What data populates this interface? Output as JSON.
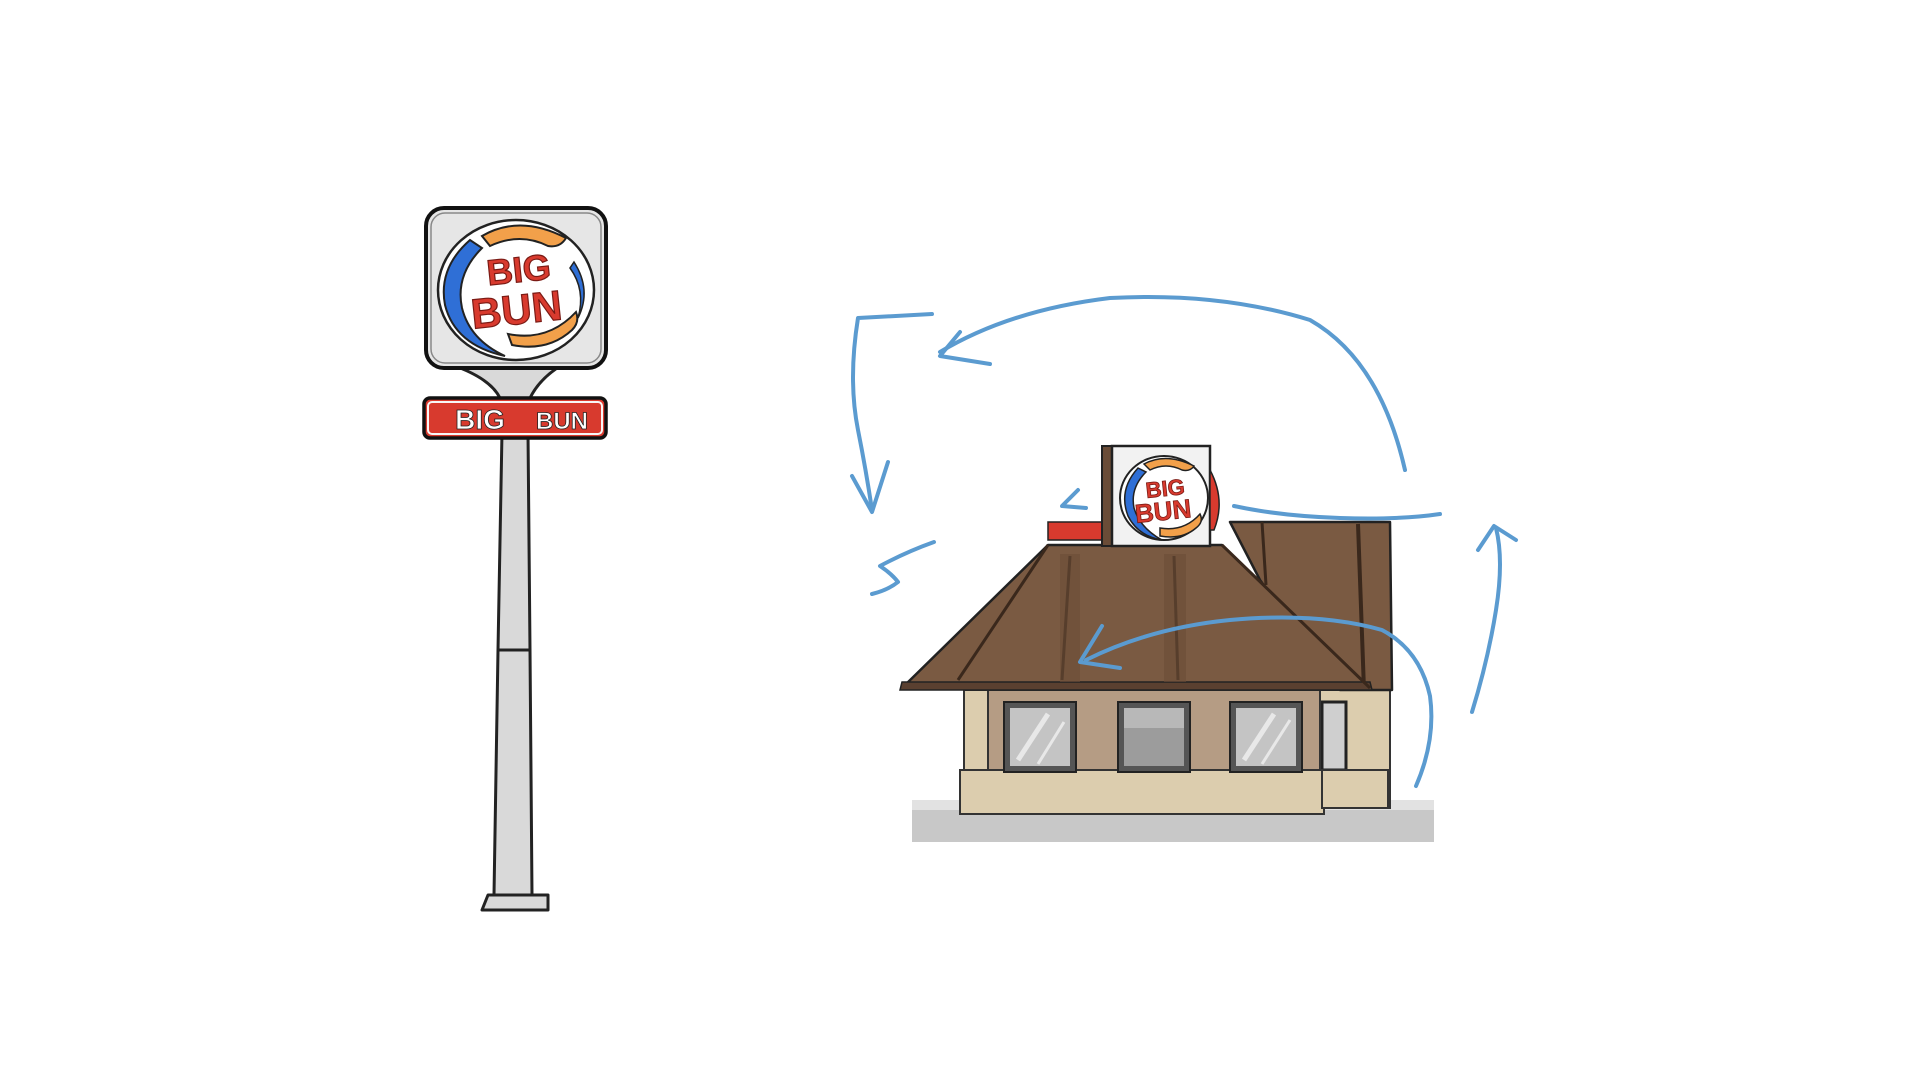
{
  "scene": {
    "pole_sign": {
      "logo_line1": "BIG",
      "logo_line2": "BUN",
      "banner_left": "BIG",
      "banner_right": "BUN"
    },
    "roof_sign": {
      "logo_line1": "BIG",
      "logo_line2": "BUN"
    }
  },
  "colors": {
    "background": "#ffffff",
    "logo_red": "#d83a2e",
    "logo_blue": "#2f6fd6",
    "logo_orange": "#f2a04a",
    "roof_brown": "#7a5a42",
    "wall_beige": "#dccdae",
    "wall_dark": "#b59c84",
    "arrow_blue": "#5b9bd0",
    "pole_gray": "#d9d9d9",
    "ground_gray": "#c8c8c8"
  }
}
